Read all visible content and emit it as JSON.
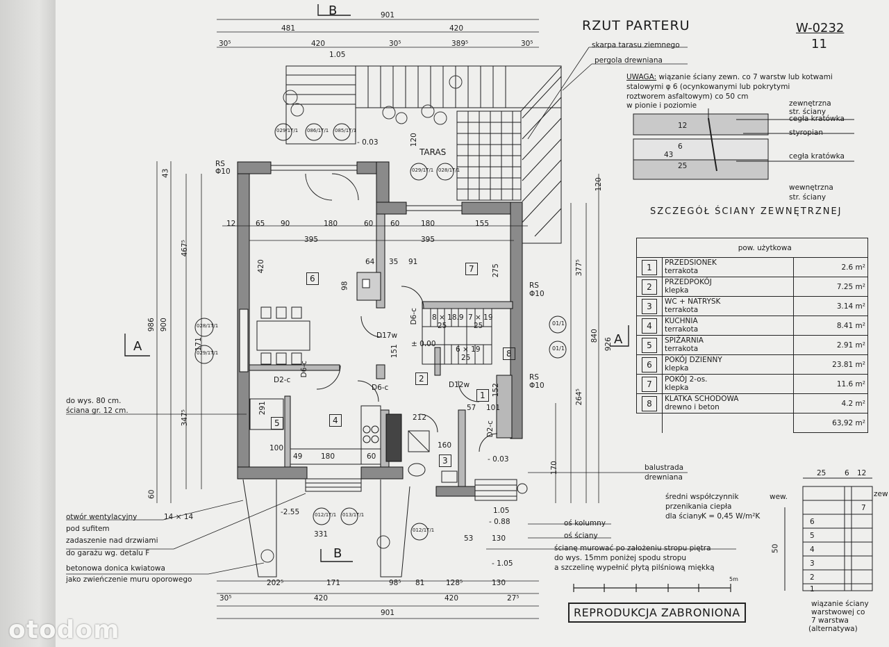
{
  "sheet": {
    "title": "RZUT PARTERU",
    "number": "W-0232",
    "subnumber": "11"
  },
  "labels": {
    "section_b_top": "B",
    "section_b_bottom": "B",
    "section_a_left": "A",
    "section_a_right": "A",
    "taras": "TARAS",
    "skarpa": "skarpa tarasu ziemnego",
    "pergola": "pergola drewniana",
    "balustrada": "balustrada",
    "balustrada2": "drewniana",
    "do_wys": "do wys. 80 cm.",
    "sciana_gr": "ściana gr. 12 cm.",
    "otwor": "otwór wentylacyjny",
    "otwor_dim": "14 × 14",
    "pod_sufitem": "pod sufitem",
    "zadaszenie": "zadaszenie nad drzwiami",
    "zadaszenie2": "do garażu wg. detalu F",
    "donica": "betonowa donica kwiatowa",
    "donica2": "jako zwieńczenie muru oporowego",
    "os_kolumny": "oś kolumny",
    "os_sciany": "oś ściany",
    "sciane_murowac": "ścianę murować po założeniu stropu piętra",
    "sciane_murowac2": "do wys. 15mm poniżej spodu stropu",
    "sciane_murowac3": "a szczelinę wypełnić płytą pilśniową miękką",
    "wspolczynnik1": "średni współczynnik",
    "wspolczynnik2": "przenikania ciepła",
    "wspolczynnik3": "dla ściany",
    "wspolczynnik_val": "K = 0,45 W/m²K",
    "wew": "wew.",
    "zew": "zew",
    "wiazanie_alt1": "wiązanie ściany",
    "wiazanie_alt2": "warstwowej co",
    "wiazanie_alt3": "7 warstwa",
    "wiazanie_alt4": "(alternatywa)",
    "rs1": "RS",
    "rs1b": "Φ10",
    "rs2": "RS",
    "rs2b": "Φ10",
    "rs3": "RS",
    "rs3b": "Φ10",
    "level_000": "± 0.00",
    "level_003": "- 0.03",
    "level_003b": "- 0.03",
    "level_255": "-2.55",
    "level_088": "- 0.88",
    "level_105": "- 1.05",
    "level_105b": "1.05",
    "door_d17w": "D17w",
    "door_d6c1": "D6-c",
    "door_d6c2": "D6-c",
    "door_d6c3": "D6-c",
    "door_d2c": "D2-c",
    "door_d12w": "D12w",
    "door_d2c2": "D2-c",
    "scale_label": "5m"
  },
  "uwaga": {
    "prefix": "UWAGA:",
    "line1": "wiązanie ściany zewn. co 7 warstw lub kotwami",
    "line2": "stalowymi φ 6 (ocynkowanymi lub pokrytymi",
    "line3": "roztworem asfaltowym) co 50 cm",
    "line4": "w pionie i poziomie"
  },
  "wall_detail": {
    "title": "SZCZEGÓŁ ŚCIANY ZEWNĘTRZNEJ",
    "zew1": "zewnętrzna",
    "zew2": "str. ściany",
    "cegla1": "cegła kratówka",
    "styropian": "styropian",
    "cegla2": "cegła kratówka",
    "wew1": "wewnętrzna",
    "wew2": "str. ściany",
    "d12": "12",
    "d6": "6",
    "d25": "25",
    "d43": "43"
  },
  "room_table": {
    "header": "pow. użytkowa",
    "rows": [
      {
        "no": "1",
        "name": "PRZEDSIONEK",
        "finish": "terrakota",
        "area": "2.6 m²"
      },
      {
        "no": "2",
        "name": "PRZEDPOKÓJ",
        "finish": "klepka",
        "area": "7.25 m²"
      },
      {
        "no": "3",
        "name": "WC + NATRYSK",
        "finish": "terrakota",
        "area": "3.14 m²"
      },
      {
        "no": "4",
        "name": "KUCHNIA",
        "finish": "terrakota",
        "area": "8.41 m²"
      },
      {
        "no": "5",
        "name": "SPIŻARNIA",
        "finish": "terrakota",
        "area": "2.91 m²"
      },
      {
        "no": "6",
        "name": "POKÓJ DZIENNY",
        "finish": "klepka",
        "area": "23.81 m²"
      },
      {
        "no": "7",
        "name": "POKÓJ 2-os.",
        "finish": "klepka",
        "area": "11.6 m²"
      },
      {
        "no": "8",
        "name": "KLATKA SCHODOWA",
        "finish": "drewno i beton",
        "area": "4.2 m²"
      }
    ],
    "total": "63,92 m²"
  },
  "room_numbers": [
    "6",
    "7",
    "2",
    "4",
    "5",
    "3",
    "1",
    "8"
  ],
  "dims": {
    "top_total": "901",
    "top_481": "481",
    "top_420": "420",
    "top_305a": "30⁵",
    "top_420b": "420",
    "top_305b": "30⁵",
    "top_3895": "389⁵",
    "top_305c": "30⁵",
    "top_105": "1.05",
    "bot_total": "901",
    "bot_420": "420",
    "bot_420b": "420",
    "bot_305": "30⁵",
    "bot_275": "27⁵",
    "bot_2025": "202⁵",
    "bot_171": "171",
    "bot_985": "98⁵",
    "bot_81": "81",
    "bot_1285": "128⁵",
    "bot_130": "130",
    "bot_331": "331",
    "r_12": "12",
    "r_65": "65",
    "r_90": "90",
    "r_180": "180",
    "r_60": "60",
    "r_60b": "60",
    "r_180b": "180",
    "r_155": "155",
    "r_395": "395",
    "r_395b": "395",
    "r_4675": "467⁵",
    "r_986": "986",
    "r_900": "900",
    "r_3475": "347⁵",
    "r_171": "171",
    "r_420": "420",
    "r_926": "926",
    "r_840": "840",
    "r_3775": "377⁵",
    "r_2645": "264⁵",
    "r_275": "275",
    "r_160": "160",
    "r_100": "100",
    "r_49": "49",
    "r_180c": "180",
    "r_60c": "60",
    "r_291": "291",
    "r_101": "101",
    "r_212": "212",
    "r_57": "57",
    "r_53": "53",
    "r_130b": "130",
    "r_170": "170",
    "r_120": "120",
    "r_120b": "120",
    "r_91": "91",
    "r_64": "64",
    "r_35": "35",
    "r_98": "98",
    "r_151": "151",
    "r_152": "152",
    "r_43": "43",
    "r_60d": "60"
  },
  "callouts": [
    "029/1T/1",
    "086/1T/1",
    "085/1T/1",
    "029/1T/1",
    "028/1T/1",
    "028/1T/1",
    "029/1T/1",
    "01/1",
    "01/1",
    "012/1T/1",
    "013/1T/1",
    "012/1T/1"
  ],
  "stairs": {
    "s1": "8 × 18.9",
    "s1b": "25",
    "s2": "7 × 19",
    "s2b": "25",
    "s3": "6 × 19",
    "s3b": "25"
  },
  "stamp": "REPRODUKCJA ZABRONIONA",
  "watermark": "otodom",
  "layers": [
    "1",
    "2",
    "3",
    "4",
    "5",
    "6",
    "7"
  ],
  "layers_dims": {
    "a": "25",
    "b": "6",
    "c": "12",
    "d": "50"
  }
}
